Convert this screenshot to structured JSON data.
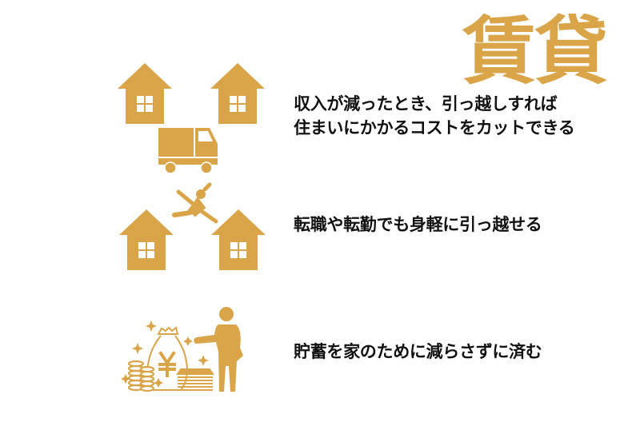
{
  "title": "賃貸",
  "colors": {
    "accent": "#D9A548",
    "text": "#111111",
    "background": "#FFFFFF"
  },
  "items": [
    {
      "icon": "houses-and-moving-truck-icon",
      "lines": [
        "収入が減ったとき、引っ越しすれば",
        "住まいにかかるコストをカットできる"
      ]
    },
    {
      "icon": "person-jumping-between-houses-icon",
      "lines": [
        "転職や転勤でも身軽に引っ越せる"
      ]
    },
    {
      "icon": "person-with-money-bag-yen-icon",
      "lines": [
        "貯蓄を家のために減らさずに済む"
      ]
    }
  ]
}
